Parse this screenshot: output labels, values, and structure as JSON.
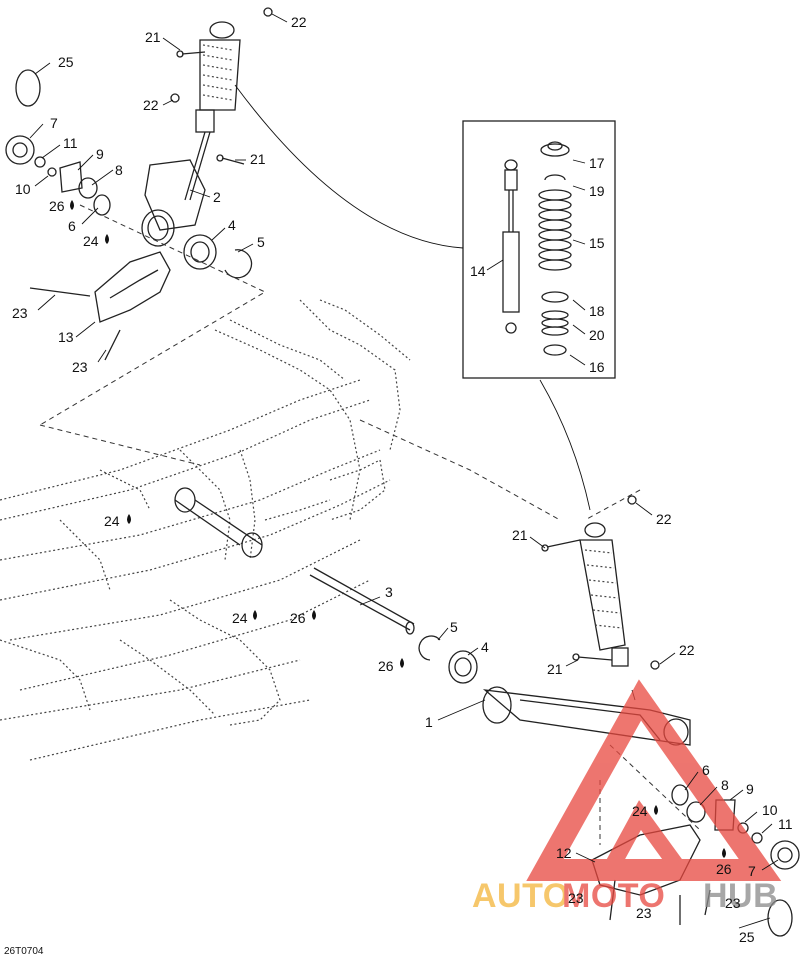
{
  "diagram_code": "26T0704",
  "watermark": {
    "brand_part1": "AUTO",
    "brand_part2": "MOTO",
    "brand_part3": "HUB",
    "colors": {
      "red": "#e8483f",
      "orange": "#f4b53a",
      "grey": "#8a8a8a"
    }
  },
  "callouts": {
    "c25a": "25",
    "c7a": "7",
    "c11a": "11",
    "c9a": "9",
    "c10a": "10",
    "c8a": "8",
    "c26a": "26",
    "c6a": "6",
    "c24a": "24",
    "c2": "2",
    "c4a": "4",
    "c5a": "5",
    "c23a": "23",
    "c13": "13",
    "c23b": "23",
    "c21a": "21",
    "c22a": "22",
    "c22b": "22",
    "c21b": "21",
    "c17": "17",
    "c19": "19",
    "c15": "15",
    "c14": "14",
    "c18": "18",
    "c20": "20",
    "c16": "16",
    "c24b": "24",
    "c24c": "24",
    "c26b": "26",
    "c3": "3",
    "c26c": "26",
    "c5b": "5",
    "c4b": "4",
    "c1": "1",
    "c21c": "21",
    "c22c": "22",
    "c21d": "21",
    "c22d": "22",
    "c6b": "6",
    "c8b": "8",
    "c9b": "9",
    "c24d": "24",
    "c10b": "10",
    "c11b": "11",
    "c26d": "26",
    "c12": "12",
    "c7b": "7",
    "c23c": "23",
    "c23d": "23",
    "c23e": "23",
    "c25b": "25"
  }
}
